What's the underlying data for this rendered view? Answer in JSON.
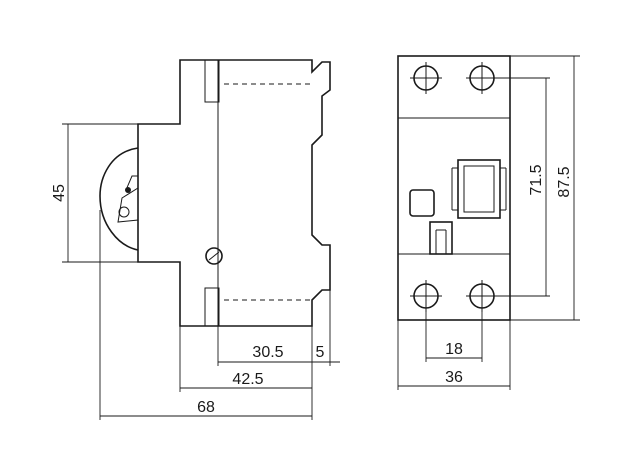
{
  "dimensions": {
    "side_height": "45",
    "depth_inner": "30.5",
    "depth_step": "5",
    "depth_mid": "42.5",
    "depth_total": "68",
    "front_pitch": "18",
    "front_width": "36",
    "front_inner_height": "71.5",
    "front_total_height": "87.5"
  }
}
